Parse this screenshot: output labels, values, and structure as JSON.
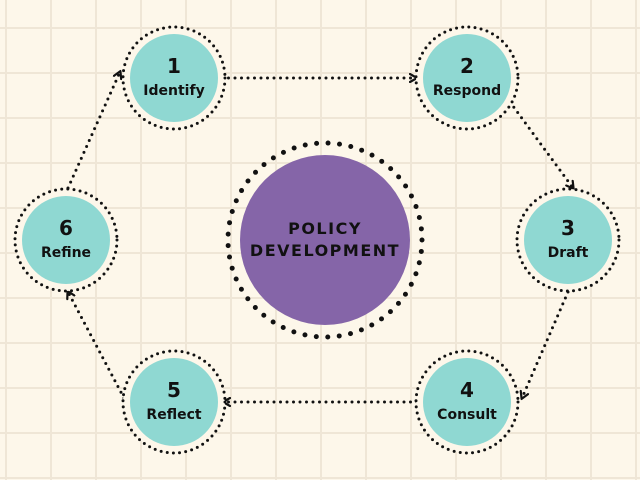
{
  "title": {
    "line1": "POLICY",
    "line2": "DEVELOPMENT"
  },
  "steps": [
    {
      "number": "1",
      "label": "Identify"
    },
    {
      "number": "2",
      "label": "Respond"
    },
    {
      "number": "3",
      "label": "Draft"
    },
    {
      "number": "4",
      "label": "Consult"
    },
    {
      "number": "5",
      "label": "Reflect"
    },
    {
      "number": "6",
      "label": "Refine"
    }
  ],
  "colors": {
    "step": "#8fd8d2",
    "center": "#8565a8",
    "background": "#fdf7ea"
  }
}
